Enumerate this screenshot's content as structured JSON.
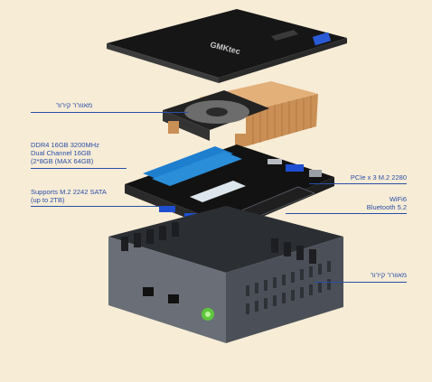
{
  "brand_lid": "GMKtec",
  "labels": {
    "fan_top": "מאוורר קירור",
    "ram_line1": "DDR4 16GB 3200MHz",
    "ram_line2": "Dual Channel 16GB",
    "ram_line3": "(2*8GB (MAX 64GB)",
    "sata_line1": "Supports M.2 2242 SATA",
    "sata_line2": "(up to 2TB)",
    "pcie": "PCIe x 3 M.2 2280",
    "wifi_line1": "WiFi6",
    "wifi_line2": "Bluetooth 5.2",
    "fan_bottom": "מאוורר קירור"
  },
  "colors": {
    "background": "#f7ecd6",
    "label": "#2a4fa8",
    "lid": "#1a1a1a",
    "chassis": "#5a5f68",
    "power_led": "#6ad14a",
    "heatsink": "#d9a46c"
  }
}
